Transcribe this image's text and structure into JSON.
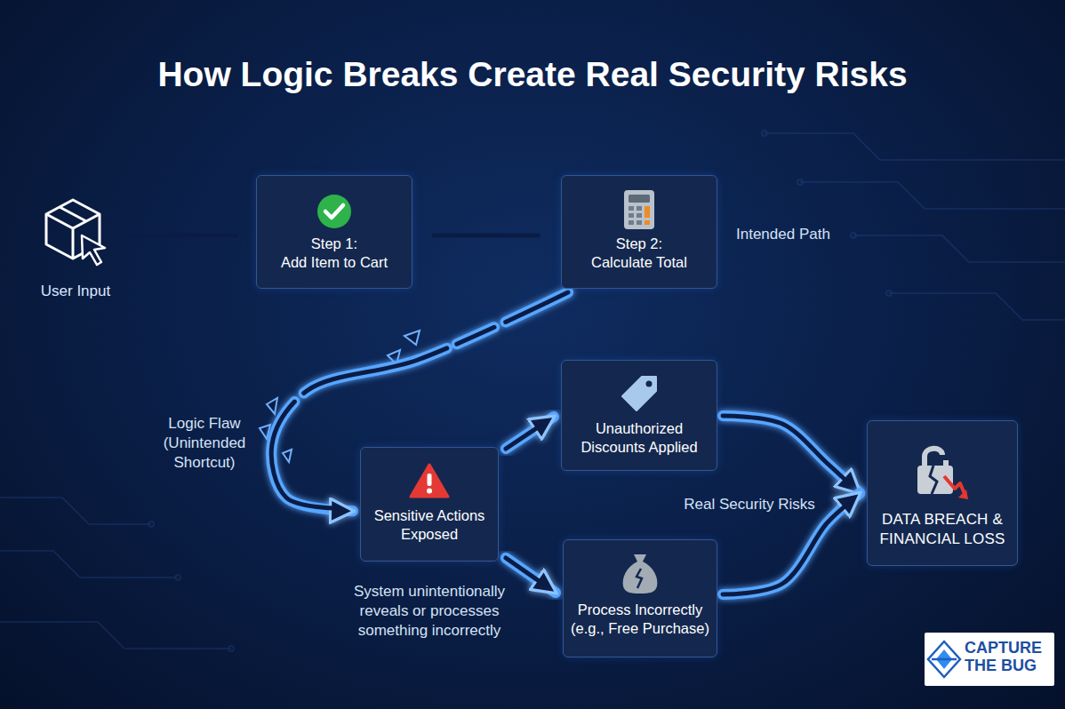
{
  "diagram": {
    "title": "How Logic Breaks Create Real Security Risks",
    "nodes": [
      {
        "text": [
          "User Input"
        ]
      },
      {
        "text": [
          "Step 1:",
          "Add Item to Cart"
        ]
      },
      {
        "text": [
          "Step 2:",
          "Calculate Total"
        ]
      },
      {
        "text": [
          "Sensitive Actions Exposed"
        ]
      },
      {
        "text": [
          "Unauthorized Discounts Applied"
        ]
      },
      {
        "text": [
          "Process Incorrectly (e.g., Free Purchase)"
        ]
      },
      {
        "text": [
          "DATA BREACH & FINANCIAL LOSS"
        ]
      }
    ],
    "edges": [
      {
        "from": 0,
        "to": 1,
        "arrow": "to"
      },
      {
        "from": 1,
        "to": 2,
        "arrow": "to"
      },
      {
        "from": 2,
        "to": 3,
        "label": "Logic Flaw (Unintended Shortcut)",
        "arrow": "to"
      },
      {
        "from": 3,
        "to": 4,
        "arrow": "to"
      },
      {
        "from": 3,
        "to": 5,
        "arrow": "to"
      },
      {
        "from": 4,
        "to": 6,
        "arrow": "to"
      },
      {
        "from": 5,
        "to": 6,
        "arrow": "to"
      }
    ],
    "labels": [
      "Intended Path",
      "Real Security Risks",
      "System unintentionally reveals or processes something incorrectly",
      "CAPTURE THE BUG"
    ]
  }
}
